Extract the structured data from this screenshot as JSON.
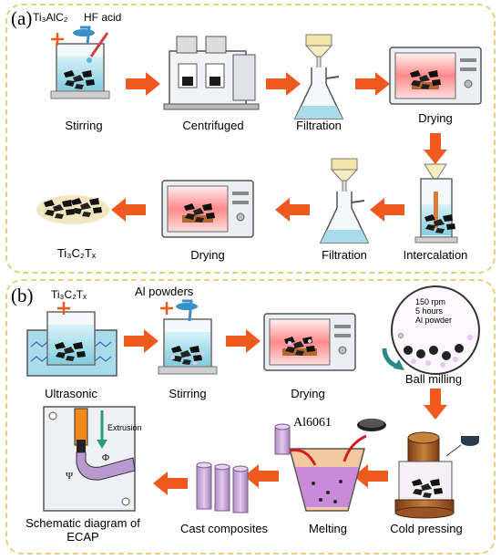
{
  "panel_a": {
    "label": "(a)",
    "reagent_1": "Ti₃AlC₂",
    "reagent_2": "HF acid",
    "steps": [
      "Stirring",
      "Centrifuged",
      "Filtration",
      "Drying",
      "Intercalation",
      "Filtration",
      "Drying"
    ],
    "product": "Ti₃C₂Tₓ"
  },
  "panel_b": {
    "label": "(b)",
    "reagent_1": "Ti₃C₂Tₓ",
    "reagent_2": "Al powders",
    "steps": [
      "Ultrasonic",
      "Stirring",
      "Drying",
      "Ball milling",
      "Cold pressing",
      "Melting",
      "Cast composites",
      "Schematic diagram of ECAP"
    ],
    "ball_milling_conditions": [
      "150 rpm",
      "5 hours",
      "Al powder"
    ],
    "alloy": "Al6061",
    "ecap_arrow": "Extrusion",
    "ecap_angle_1": "Φ",
    "ecap_angle_2": "Ψ"
  },
  "colors": {
    "arrow": "#ee5a1e",
    "panel_border": "#e8cf7a",
    "water": "#a8dcea",
    "heat": "#ff8a8a",
    "rod": "#c9a6d6",
    "copper": "#b5672e"
  }
}
